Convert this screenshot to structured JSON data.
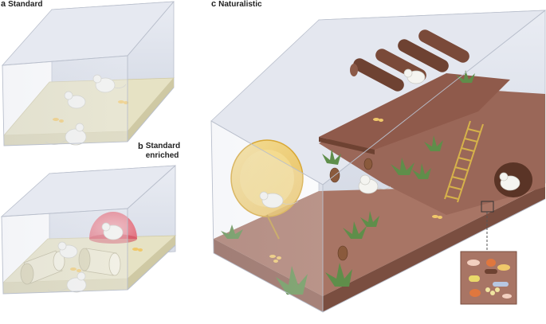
{
  "panels": [
    {
      "letter": "a",
      "title": "Standard"
    },
    {
      "letter": "b",
      "title_line1": "Standard",
      "title_line2": "enriched"
    },
    {
      "letter": "c",
      "title": "Naturalistic"
    }
  ],
  "colors": {
    "glass": "#dfe3ee",
    "glass_edge": "#b9bfcc",
    "bedding": "#e8e4c6",
    "soil": "#a87565",
    "soil_dark": "#7a4e40",
    "mouse": "#f4f4f0",
    "wheel": "#f3cf6a",
    "dome": "#e97b86",
    "log": "#6e4232",
    "plant": "#5f8e4a",
    "ladder": "#d6b24a"
  },
  "icons": [
    "mouse-icon",
    "wheel-icon",
    "dome-hut-icon",
    "tunnel-tube-icon",
    "log-icon",
    "ladder-icon",
    "plant-icon",
    "pine-cone-icon",
    "food-pellet-icon",
    "magnifier-inset-icon"
  ]
}
